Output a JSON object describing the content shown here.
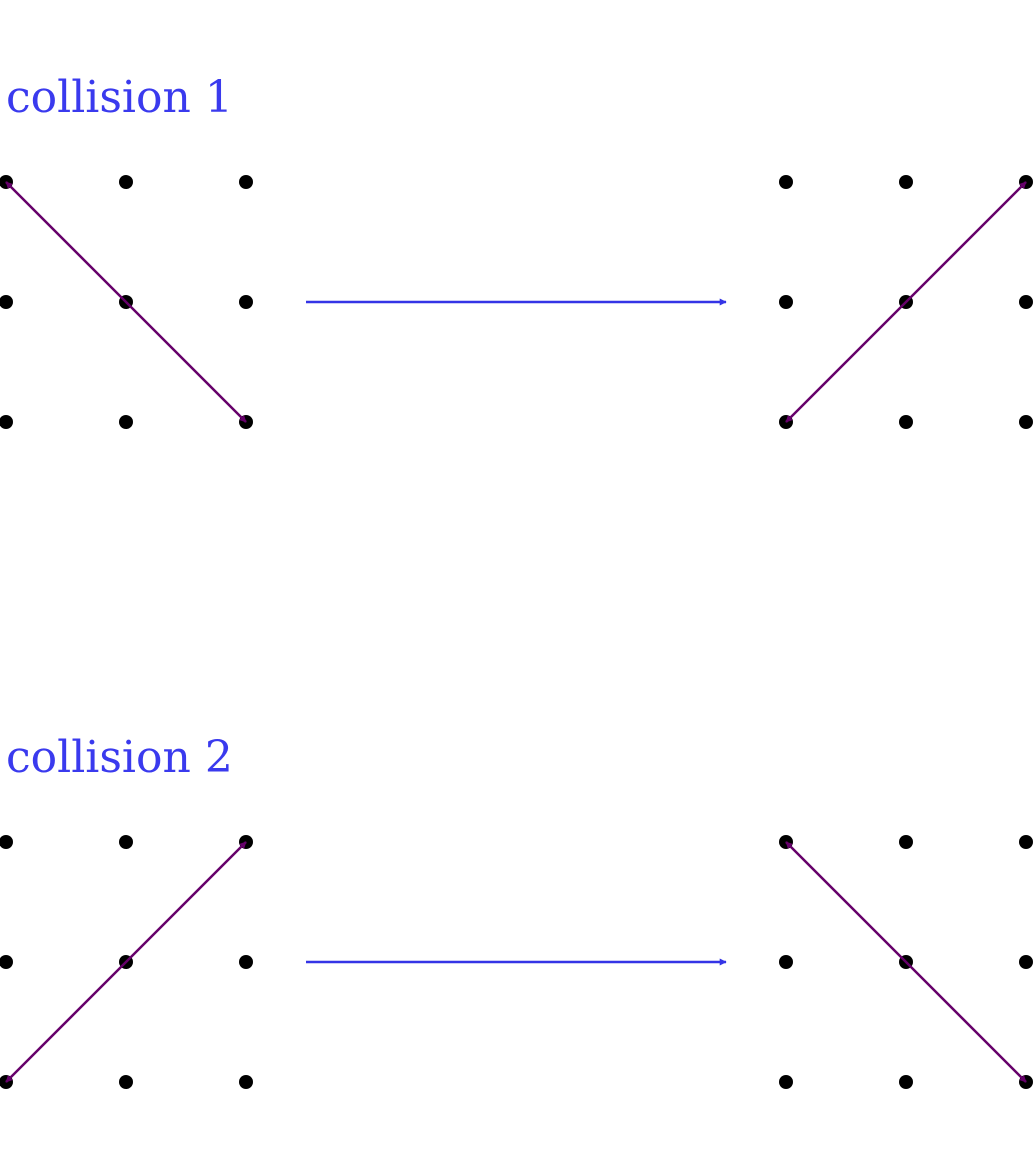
{
  "colors": {
    "background": "#ffffff",
    "dot": "#000000",
    "title": "#3a3aee",
    "transition_arrow": "#3434e6",
    "particle_arrow": "#66006a"
  },
  "panels": [
    {
      "title": "collision 1",
      "before": {
        "from": [
          0,
          0
        ],
        "to": [
          2,
          2
        ]
      },
      "after": {
        "from": [
          0,
          2
        ],
        "to": [
          2,
          0
        ]
      }
    },
    {
      "title": "collision 2",
      "before": {
        "from": [
          0,
          2
        ],
        "to": [
          2,
          0
        ]
      },
      "after": {
        "from": [
          0,
          0
        ],
        "to": [
          2,
          2
        ]
      }
    }
  ]
}
